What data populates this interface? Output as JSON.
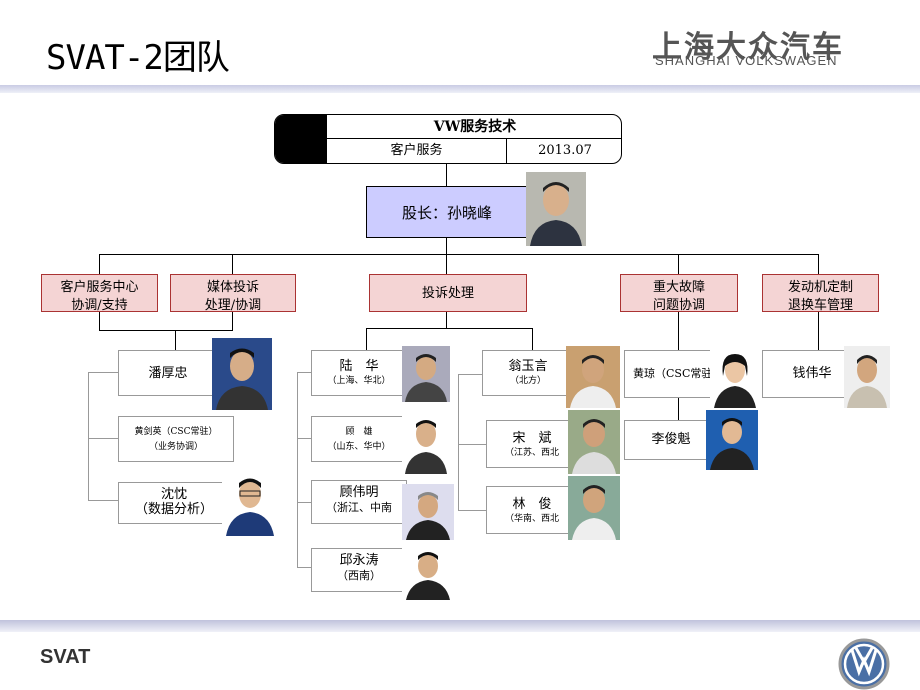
{
  "page": {
    "title": "SVAT-2团队",
    "footer": "SVAT"
  },
  "brand": {
    "name_cn": "上海大众汽车",
    "name_en": "SHANGHAI VOLKSWAGEN",
    "accent": "#c9cbe4"
  },
  "header": {
    "title": "VW服务技术",
    "dept": "客户服务",
    "date": "2013.07"
  },
  "chief": {
    "label": "股长：孙晓峰"
  },
  "depts": [
    {
      "line1": "客户服务中心",
      "line2": "协调/支持"
    },
    {
      "line1": "媒体投诉",
      "line2": "处理/协调"
    },
    {
      "line1": "投诉处理",
      "line2": ""
    },
    {
      "line1": "重大故障",
      "line2": "问题协调"
    },
    {
      "line1": "发动机定制",
      "line2": "退换车管理"
    }
  ],
  "people": {
    "pan": {
      "name": "潘厚忠"
    },
    "huang_jy": {
      "name": "黄剑英（CSC常驻）",
      "note": "（业务协调）"
    },
    "shen": {
      "name": "沈忱",
      "note": "（数据分析）"
    },
    "lu": {
      "name": "陆　华",
      "note": "（上海、华北）"
    },
    "gu_x": {
      "name": "顾　雄",
      "note": "（山东、华中）"
    },
    "gu_wm": {
      "name": "顾伟明",
      "note": "（浙江、中南"
    },
    "qiu": {
      "name": "邱永涛",
      "note": "（西南）"
    },
    "weng": {
      "name": "翁玉言",
      "note": "（北方）"
    },
    "song": {
      "name": "宋　斌",
      "note": "（江苏、西北"
    },
    "lin": {
      "name": "林　俊",
      "note": "（华南、西北"
    },
    "huang_q": {
      "name": "黄琼（CSC常驻"
    },
    "li": {
      "name": "李俊魁"
    },
    "qian": {
      "name": "钱伟华"
    }
  }
}
